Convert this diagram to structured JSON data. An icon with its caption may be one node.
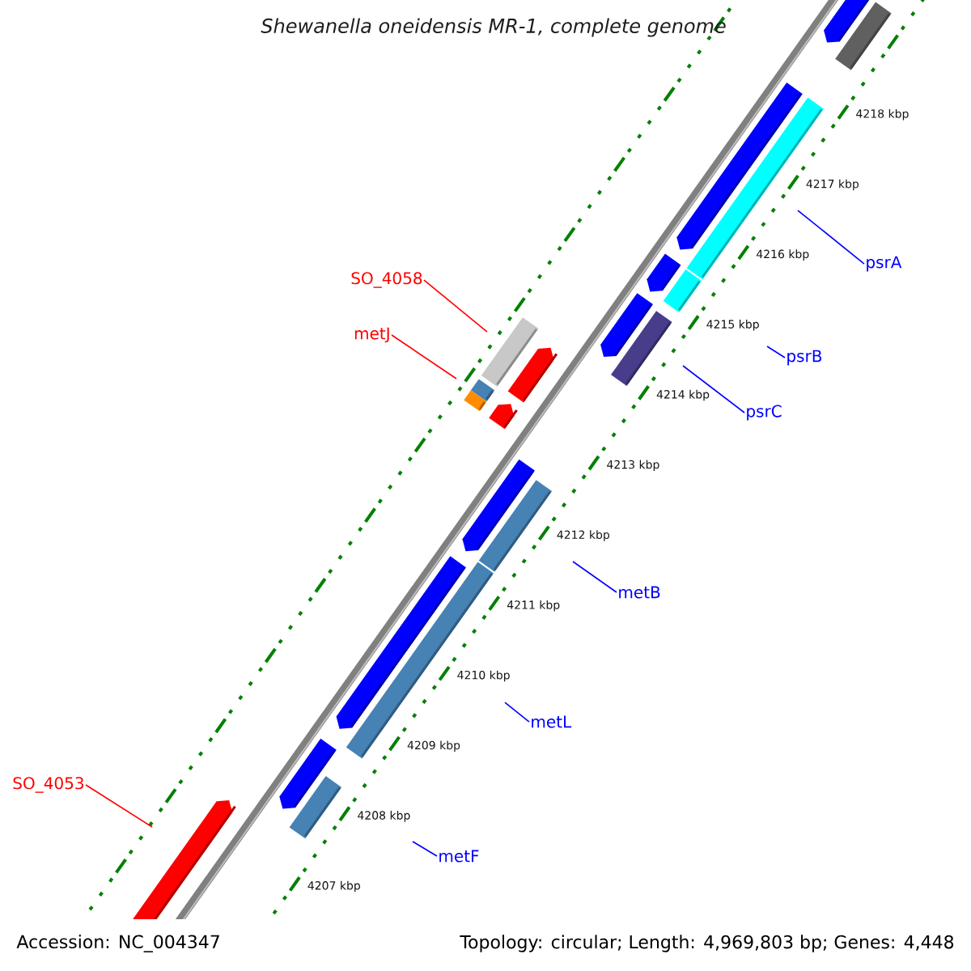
{
  "diagram": {
    "title": "Shewanella oneidensis MR-1, complete genome",
    "nodes": [
      {
        "text": [
          "psrA"
        ]
      },
      {
        "text": [
          "SO_4058"
        ]
      },
      {
        "text": [
          "metJ"
        ]
      },
      {
        "text": [
          "psrB"
        ]
      },
      {
        "text": [
          "psrC"
        ]
      },
      {
        "text": [
          "metB"
        ]
      },
      {
        "text": [
          "metL"
        ]
      },
      {
        "text": [
          "SO_4053"
        ]
      },
      {
        "text": [
          "metF"
        ]
      }
    ],
    "edges": [
      {
        "from": 0,
        "to": null,
        "arrow": "none"
      },
      {
        "from": 1,
        "to": null,
        "arrow": "none",
        "color": "#ff0000"
      },
      {
        "from": 2,
        "to": null,
        "arrow": "none",
        "color": "#ff0000"
      },
      {
        "from": 3,
        "to": null,
        "arrow": "none"
      },
      {
        "from": 4,
        "to": null,
        "arrow": "none"
      },
      {
        "from": 5,
        "to": null,
        "arrow": "none"
      },
      {
        "from": 6,
        "to": null,
        "arrow": "none"
      },
      {
        "from": 7,
        "to": null,
        "arrow": "none",
        "color": "#ff0000"
      },
      {
        "from": 8,
        "to": null,
        "arrow": "none"
      }
    ],
    "labels": [
      "4218 kbp",
      "4217 kbp",
      "4216 kbp",
      "4215 kbp",
      "4214 kbp",
      "4213 kbp",
      "4212 kbp",
      "4211 kbp",
      "4210 kbp",
      "4209 kbp",
      "4208 kbp",
      "4207 kbp",
      "Accession: NC_004347",
      "Topology: circular; Length: 4,969,803 bp; Genes: 4,448"
    ]
  }
}
